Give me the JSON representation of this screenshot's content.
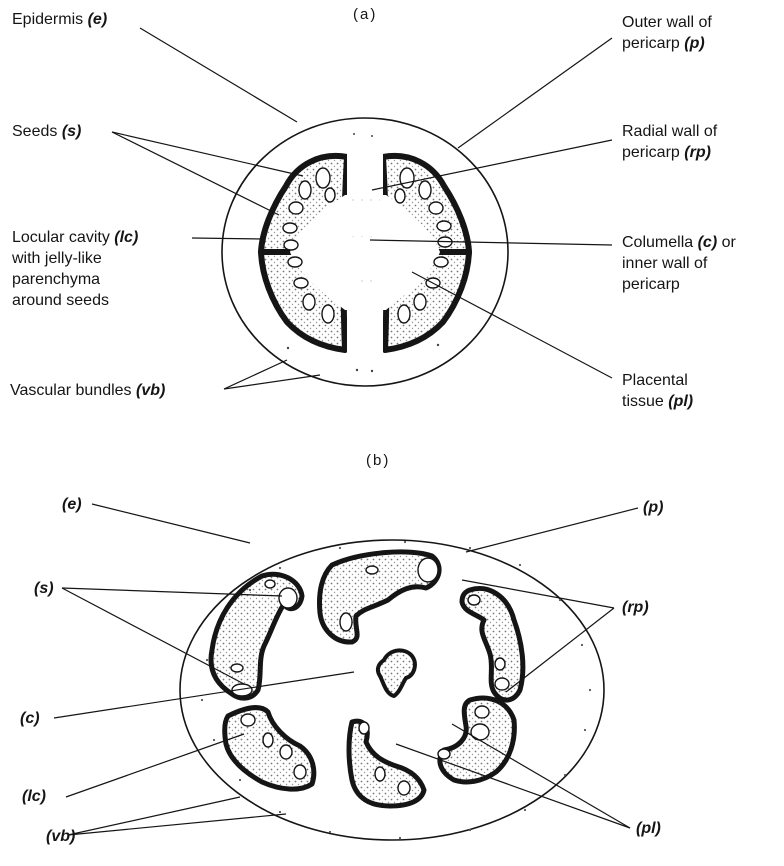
{
  "panel_a": {
    "title": "(a)",
    "labels": {
      "epidermis": {
        "text": "Epidermis",
        "abbr": "(e)"
      },
      "seeds": {
        "text": "Seeds",
        "abbr": "(s)"
      },
      "locular_cavity": {
        "line1": "Locular cavity",
        "abbr": "(lc)",
        "rest": "with jelly-like\nparenchyma\naround seeds"
      },
      "vascular_bundles": {
        "text": "Vascular bundles",
        "abbr": "(vb)"
      },
      "outer_wall": {
        "line1": "Outer wall of",
        "line2": "pericarp",
        "abbr": "(p)"
      },
      "radial_wall": {
        "line1": "Radial wall of",
        "line2": "pericarp",
        "abbr": "(rp)"
      },
      "columella": {
        "line1": "Columella",
        "abbr": "(c)",
        "line1_end": "or",
        "rest": "inner wall of\npericarp"
      },
      "placental_tissue": {
        "line1": "Placental",
        "line2": "tissue",
        "abbr": "(pl)"
      }
    }
  },
  "panel_b": {
    "title": "(b)",
    "labels": {
      "e": "(e)",
      "p": "(p)",
      "s": "(s)",
      "rp": "(rp)",
      "c": "(c)",
      "lc": "(lc)",
      "vb": "(vb)",
      "pl": "(pl)"
    }
  },
  "colors": {
    "ink": "#151515",
    "stipple": "#8a8a8a",
    "fill": "#ffffff"
  }
}
